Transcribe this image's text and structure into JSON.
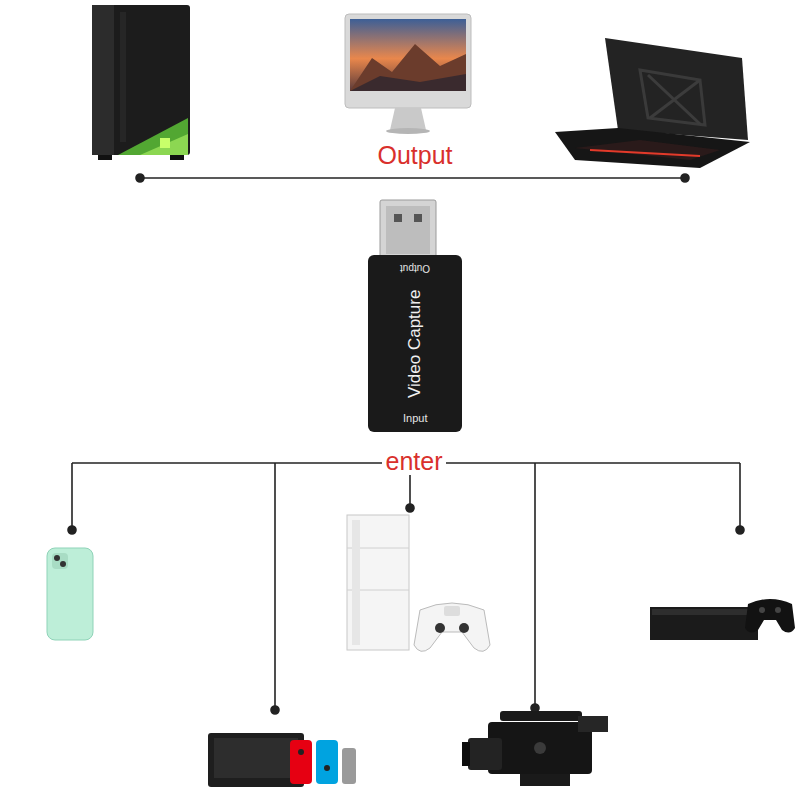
{
  "diagram": {
    "nodes": [
      {
        "text": [
          "Output",
          "Video Capture",
          "Input"
        ]
      }
    ],
    "labels": [
      "Output",
      "enter"
    ]
  }
}
